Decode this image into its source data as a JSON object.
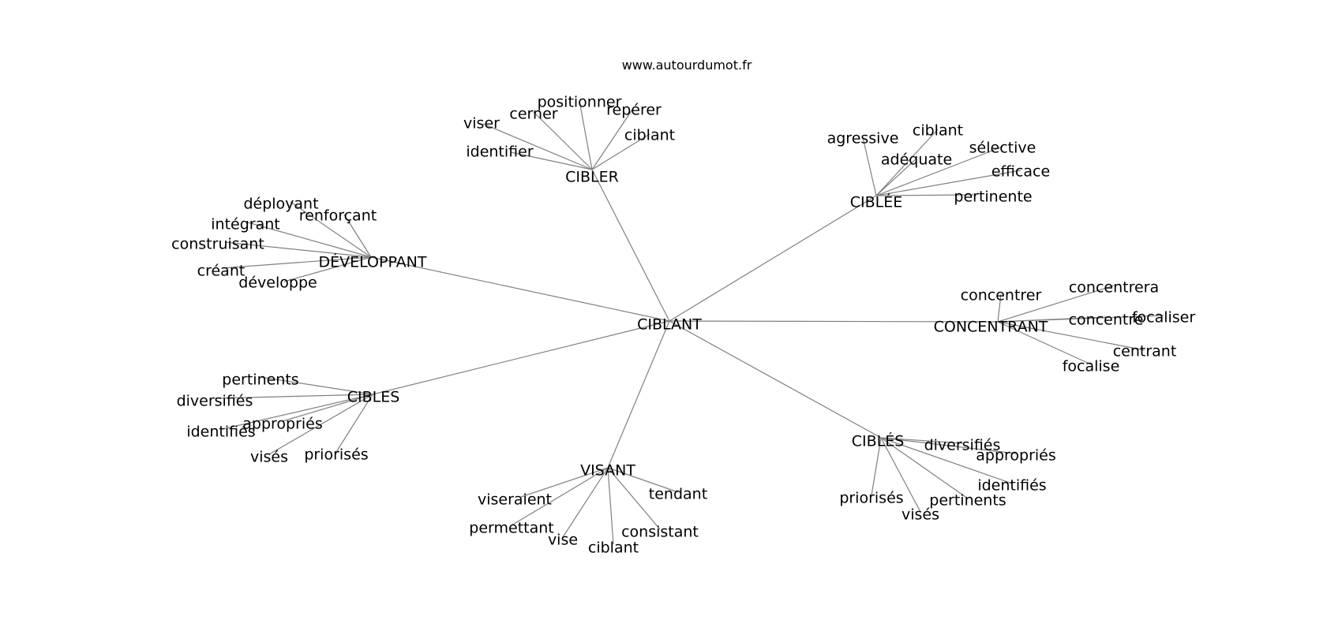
{
  "source": "www.autourdumot.fr",
  "root": "CIBLANT",
  "groups": [
    {
      "hub": "CIBLER",
      "words": [
        "positionner",
        "cerner",
        "repérer",
        "viser",
        "ciblant",
        "identifier"
      ]
    },
    {
      "hub": "CIBLÉE",
      "words": [
        "agressive",
        "ciblant",
        "sélective",
        "adéquate",
        "efficace",
        "pertinente"
      ]
    },
    {
      "hub": "DÉVELOPPANT",
      "words": [
        "déployant",
        "renforçant",
        "intégrant",
        "construisant",
        "créant",
        "développe"
      ]
    },
    {
      "hub": "CONCENTRANT",
      "words": [
        "concentrer",
        "concentrera",
        "concentre",
        "focaliser",
        "centrant",
        "focalise"
      ]
    },
    {
      "hub": "CIBLES",
      "words": [
        "pertinents",
        "diversifiés",
        "appropriés",
        "identifiés",
        "priorisés",
        "visés"
      ]
    },
    {
      "hub": "CIBLÉS",
      "words": [
        "diversifiés",
        "appropriés",
        "identifiés",
        "pertinents",
        "priorisés",
        "visés"
      ]
    },
    {
      "hub": "VISANT",
      "words": [
        "viseraient",
        "tendant",
        "permettant",
        "consistant",
        "vise",
        "ciblant"
      ]
    }
  ]
}
